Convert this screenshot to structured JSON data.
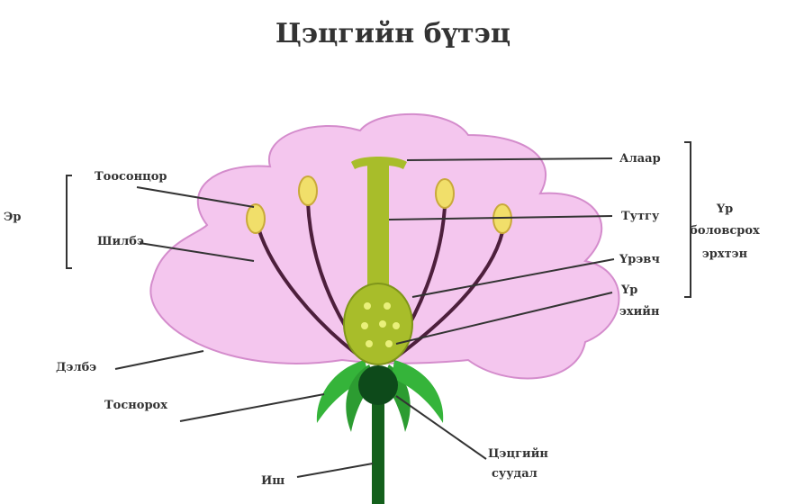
{
  "title": "Цэцгийн бүтэц",
  "labels": {
    "antherTop": "Тоосонцор",
    "filament": "Шилбэ",
    "stamenGroup": "Эр",
    "stigma": "Алаар",
    "style": "Тутгу",
    "ovary": "Үрэвч",
    "ovule": "Үр",
    "ovule2": "эхийн",
    "pistilGroup1": "Үр",
    "pistilGroup2": "боловсрох",
    "pistilGroup3": "эрхтэн",
    "petal": "Дэлбэ",
    "sepal": "Тоснорох",
    "stem": "Иш",
    "receptacle1": "Цэцгийн",
    "receptacle2": "суудал"
  },
  "colors": {
    "petal": "#f4c6ee",
    "petalStroke": "#d48ccc",
    "pistil": "#a8bd2a",
    "pistilDark": "#7f951a",
    "anther": "#f1df6a",
    "filament": "#4d1f3c",
    "sepal": "#35b43a",
    "stem": "#14601c",
    "receptacle": "#0d4a1a",
    "line": "#333333"
  }
}
